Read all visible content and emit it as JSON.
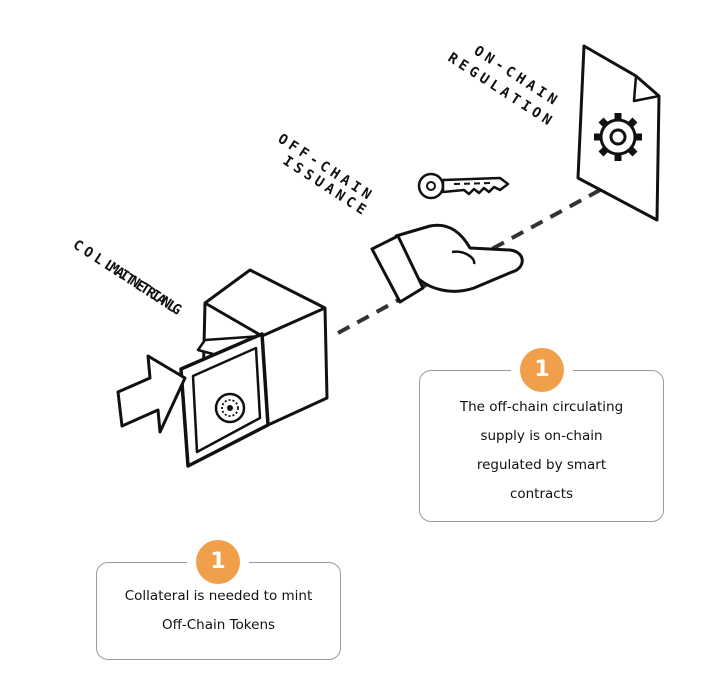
{
  "labels": {
    "on_chain_regulation": [
      "ON-CHAIN",
      "REGULATION"
    ],
    "off_chain_issuance": [
      "OFF-CHAIN",
      "ISSUANCE"
    ],
    "collateral_minting": [
      "COLLATERAL",
      "MINTING"
    ]
  },
  "callouts": {
    "right": {
      "badge": "1",
      "lines": [
        "The off-chain circulating",
        "supply is on-chain",
        "regulated by smart",
        "contracts"
      ]
    },
    "left": {
      "badge": "1",
      "lines": [
        "Collateral is needed to mint",
        "Off-Chain Tokens"
      ]
    }
  },
  "colors": {
    "accent": "#f0a04b",
    "ink": "#111111",
    "border": "#9a9a9a"
  },
  "icons": [
    "document-gear-icon",
    "key-icon",
    "hand-icon",
    "safe-icon",
    "arrow-icon"
  ]
}
